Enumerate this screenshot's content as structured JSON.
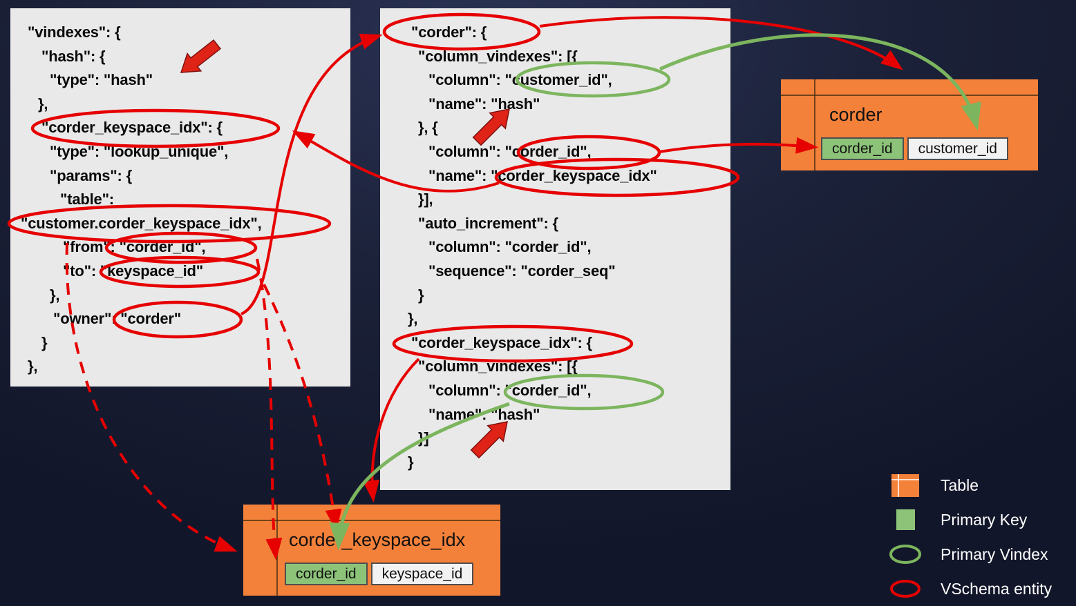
{
  "left_panel": {
    "lines": [
      {
        "text": "\"vindexes\": {",
        "indent": 25
      },
      {
        "text": "\"hash\": {",
        "indent": 45
      },
      {
        "text": "\"type\": \"hash\"",
        "indent": 57
      },
      {
        "text": "},",
        "indent": 40
      },
      {
        "text": "\"corder_keyspace_idx\": {",
        "indent": 45
      },
      {
        "text": "\"type\": \"lookup_unique\",",
        "indent": 57
      },
      {
        "text": "\"params\": {",
        "indent": 57
      },
      {
        "text": "\"table\":",
        "indent": 72
      },
      {
        "text": "\"customer.corder_keyspace_idx\",",
        "indent": 15
      },
      {
        "text": "\"from\": \"corder_id\",",
        "indent": 76
      },
      {
        "text": "\"to\": \"keyspace_id\"",
        "indent": 76
      },
      {
        "text": "},",
        "indent": 57
      },
      {
        "text": "\"owner\": \"corder\"",
        "indent": 62
      },
      {
        "text": "}",
        "indent": 45
      },
      {
        "text": "},",
        "indent": 25
      }
    ]
  },
  "middle_panel": {
    "lines": [
      {
        "text": "\"corder\": {",
        "indent": 45
      },
      {
        "text": "\"column_vindexes\": [{",
        "indent": 55
      },
      {
        "text": "\"column\": \"customer_id\",",
        "indent": 70
      },
      {
        "text": "\"name\": \"hash\"",
        "indent": 70
      },
      {
        "text": "}, {",
        "indent": 55
      },
      {
        "text": "\"column\": \"corder_id\",",
        "indent": 70
      },
      {
        "text": "\"name\": \"corder_keyspace_idx\"",
        "indent": 70
      },
      {
        "text": "}],",
        "indent": 55
      },
      {
        "text": "\"auto_increment\": {",
        "indent": 55
      },
      {
        "text": "\"column\": \"corder_id\",",
        "indent": 70
      },
      {
        "text": "\"sequence\": \"corder_seq\"",
        "indent": 70
      },
      {
        "text": "}",
        "indent": 55
      },
      {
        "text": "},",
        "indent": 40
      },
      {
        "text": "\"corder_keyspace_idx\": {",
        "indent": 45
      },
      {
        "text": "\"column_vindexes\": [{",
        "indent": 55
      },
      {
        "text": "\"column\": \"corder_id\",",
        "indent": 70
      },
      {
        "text": "\"name\": \"hash\"",
        "indent": 70
      },
      {
        "text": "}]",
        "indent": 55
      },
      {
        "text": "}",
        "indent": 40
      }
    ]
  },
  "corder_table": {
    "title": "corder",
    "columns": [
      {
        "name": "corder_id",
        "primary": true
      },
      {
        "name": "customer_id",
        "primary": false
      }
    ]
  },
  "keyspace_idx_table": {
    "title": "corder_keyspace_idx",
    "columns": [
      {
        "name": "corder_id",
        "primary": true
      },
      {
        "name": "keyspace_id",
        "primary": false
      }
    ]
  },
  "legend": {
    "items": [
      {
        "icon": "table-icon",
        "label": "Table"
      },
      {
        "icon": "primary-key-icon",
        "label": "Primary Key"
      },
      {
        "icon": "primary-vindex-icon",
        "label": "Primary Vindex"
      },
      {
        "icon": "vschema-entity-icon",
        "label": "VSchema entity"
      }
    ]
  },
  "colors": {
    "background": "#1b2138",
    "panel": "#e9e9e9",
    "table_orange": "#f4813a",
    "primary_key_green": "#8cc379",
    "primary_vindex_green": "#7cb55e",
    "vschema_entity_red": "#e60000",
    "code_text": "#0a0a0a"
  }
}
